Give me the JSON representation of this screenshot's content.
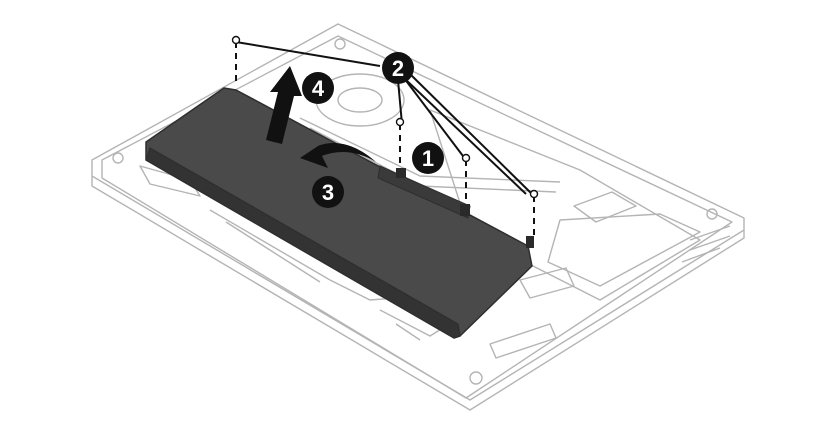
{
  "callouts": [
    {
      "id": "1",
      "label": "1"
    },
    {
      "id": "2",
      "label": "2"
    },
    {
      "id": "3",
      "label": "3"
    },
    {
      "id": "4",
      "label": "4"
    }
  ],
  "colors": {
    "line": "#b4b4b4",
    "battery": "#4a4a4a",
    "battery_edge": "#2e2e2e",
    "callout": "#111111",
    "arrow": "#111111"
  }
}
